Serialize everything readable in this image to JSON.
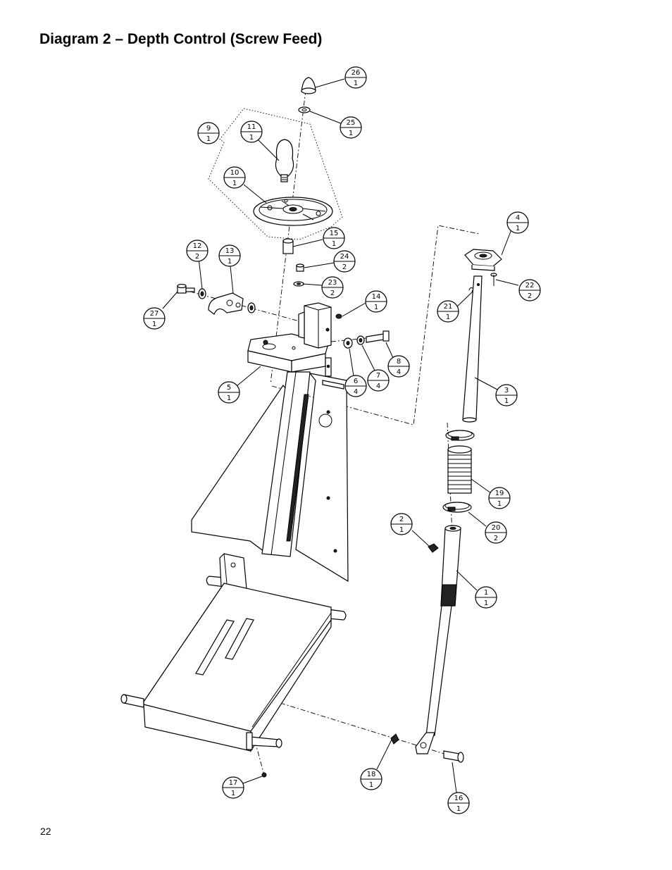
{
  "title": "Diagram 2 – Depth Control (Screw Feed)",
  "page_number": "22",
  "callouts": [
    {
      "id": "26",
      "qty": "1"
    },
    {
      "id": "25",
      "qty": "1"
    },
    {
      "id": "9",
      "qty": "1"
    },
    {
      "id": "11",
      "qty": "1"
    },
    {
      "id": "10",
      "qty": "1"
    },
    {
      "id": "4",
      "qty": "1"
    },
    {
      "id": "15",
      "qty": "1"
    },
    {
      "id": "12",
      "qty": "2"
    },
    {
      "id": "13",
      "qty": "1"
    },
    {
      "id": "24",
      "qty": "2"
    },
    {
      "id": "23",
      "qty": "2"
    },
    {
      "id": "22",
      "qty": "2"
    },
    {
      "id": "14",
      "qty": "1"
    },
    {
      "id": "21",
      "qty": "1"
    },
    {
      "id": "27",
      "qty": "1"
    },
    {
      "id": "8",
      "qty": "4"
    },
    {
      "id": "6",
      "qty": "4"
    },
    {
      "id": "7",
      "qty": "4"
    },
    {
      "id": "5",
      "qty": "1"
    },
    {
      "id": "3",
      "qty": "1"
    },
    {
      "id": "19",
      "qty": "1"
    },
    {
      "id": "2",
      "qty": "1"
    },
    {
      "id": "20",
      "qty": "2"
    },
    {
      "id": "1",
      "qty": "1"
    },
    {
      "id": "18",
      "qty": "1"
    },
    {
      "id": "17",
      "qty": "1"
    },
    {
      "id": "16",
      "qty": "1"
    }
  ]
}
